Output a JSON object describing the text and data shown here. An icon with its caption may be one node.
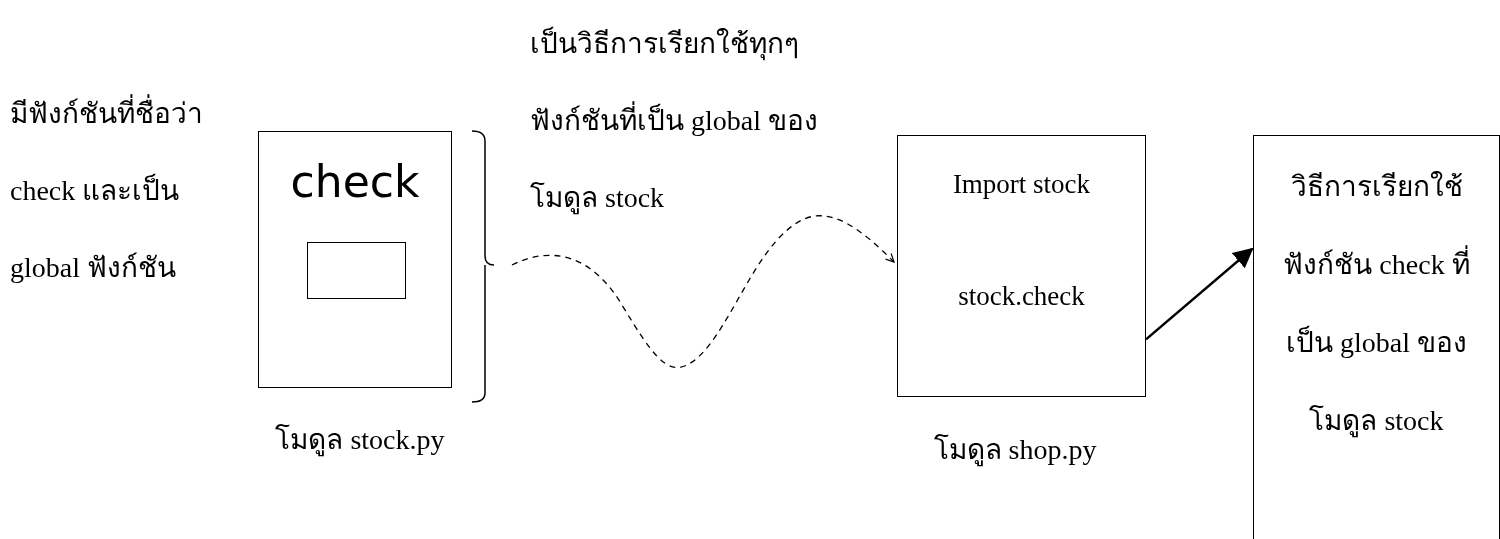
{
  "diagram": {
    "nodes": [
      {
        "text": [
          "check"
        ],
        "beside": [
          "โมดูล stock.py"
        ]
      },
      {
        "text": [],
        "shape": "box",
        "in": 0
      },
      {
        "text": [
          "Import stock",
          "stock.check"
        ],
        "beside": [
          "โมดูล shop.py"
        ]
      },
      {
        "text": [
          "วิธีการเรียกใช้ฟังก์ชัน check ที่เป็น global ของโมดูล stock"
        ]
      }
    ],
    "edges": [
      {
        "from": 0,
        "to": 2,
        "arrow": "to",
        "style": "dashed"
      },
      {
        "from": 2,
        "to": 3,
        "arrow": "to"
      }
    ],
    "labels": [
      "มีฟังก์ชันที่ชื่อว่า check และเป็น global ฟังก์ชัน",
      "เป็นวิธีการเรียกใช้ทุกๆฟังก์ชันที่เป็น global ของโมดูล stock"
    ]
  }
}
